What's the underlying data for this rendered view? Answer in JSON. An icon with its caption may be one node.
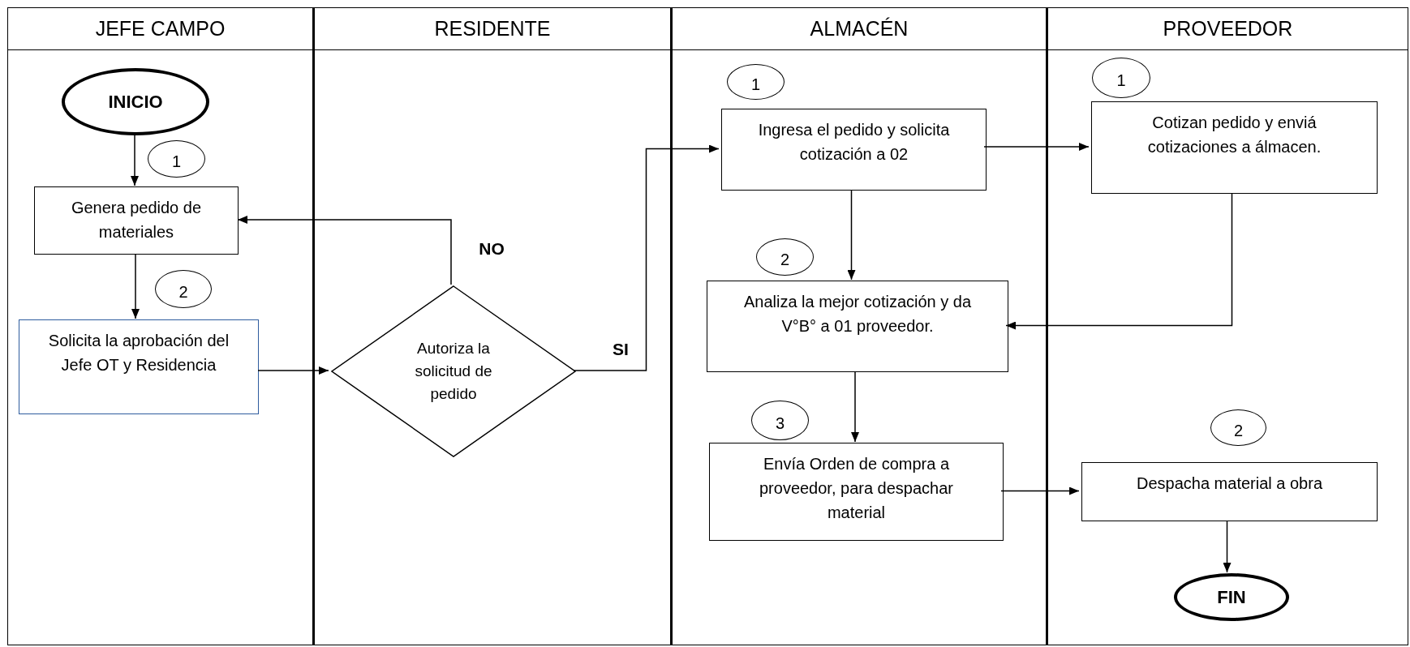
{
  "diagram": {
    "nodes": [
      {
        "text": [
          "JEFE CAMPO"
        ]
      },
      {
        "text": [
          "RESIDENTE"
        ]
      },
      {
        "text": [
          "ALMACÉN"
        ]
      },
      {
        "text": [
          "PROVEEDOR"
        ]
      },
      {
        "text": [
          "INICIO"
        ],
        "in": 0
      },
      {
        "text": [
          "1"
        ],
        "in": 0
      },
      {
        "text": [
          "Genera pedido de materiales"
        ],
        "in": 0
      },
      {
        "text": [
          "2"
        ],
        "in": 0
      },
      {
        "text": [
          "Solicita la aprobación del Jefe OT y Residencia"
        ],
        "in": 0
      },
      {
        "text": [
          "Autoriza la solicitud de pedido"
        ],
        "in": 1
      },
      {
        "text": [
          "1"
        ],
        "in": 2
      },
      {
        "text": [
          "Ingresa el pedido y solicita cotización a 02"
        ],
        "in": 2
      },
      {
        "text": [
          "2"
        ],
        "in": 2
      },
      {
        "text": [
          "Analiza la mejor cotización y da V°B° a 01 proveedor."
        ],
        "in": 2
      },
      {
        "text": [
          "3"
        ],
        "in": 2
      },
      {
        "text": [
          "Envía Orden de compra a proveedor, para despachar material"
        ],
        "in": 2
      },
      {
        "text": [
          "1"
        ],
        "in": 3
      },
      {
        "text": [
          "Cotizan pedido y enviá cotizaciones a álmacen."
        ],
        "in": 3
      },
      {
        "text": [
          "2"
        ],
        "in": 3
      },
      {
        "text": [
          "Despacha material a obra"
        ],
        "in": 3
      },
      {
        "text": [
          "FIN"
        ],
        "in": 3
      }
    ],
    "edges": [
      {
        "from": 4,
        "to": 6,
        "arrow": "to"
      },
      {
        "from": 6,
        "to": 8,
        "arrow": "to"
      },
      {
        "from": 8,
        "to": 9,
        "arrow": "to"
      },
      {
        "from": 9,
        "to": 6,
        "arrow": "to",
        "label": "NO"
      },
      {
        "from": 9,
        "to": 11,
        "arrow": "to",
        "label": "SI"
      },
      {
        "from": 11,
        "to": 17,
        "arrow": "to"
      },
      {
        "from": 11,
        "to": 13,
        "arrow": "to"
      },
      {
        "from": 17,
        "to": 13,
        "arrow": "to"
      },
      {
        "from": 13,
        "to": 15,
        "arrow": "to"
      },
      {
        "from": 15,
        "to": 19,
        "arrow": "to"
      },
      {
        "from": 19,
        "to": 20,
        "arrow": "to"
      }
    ]
  }
}
